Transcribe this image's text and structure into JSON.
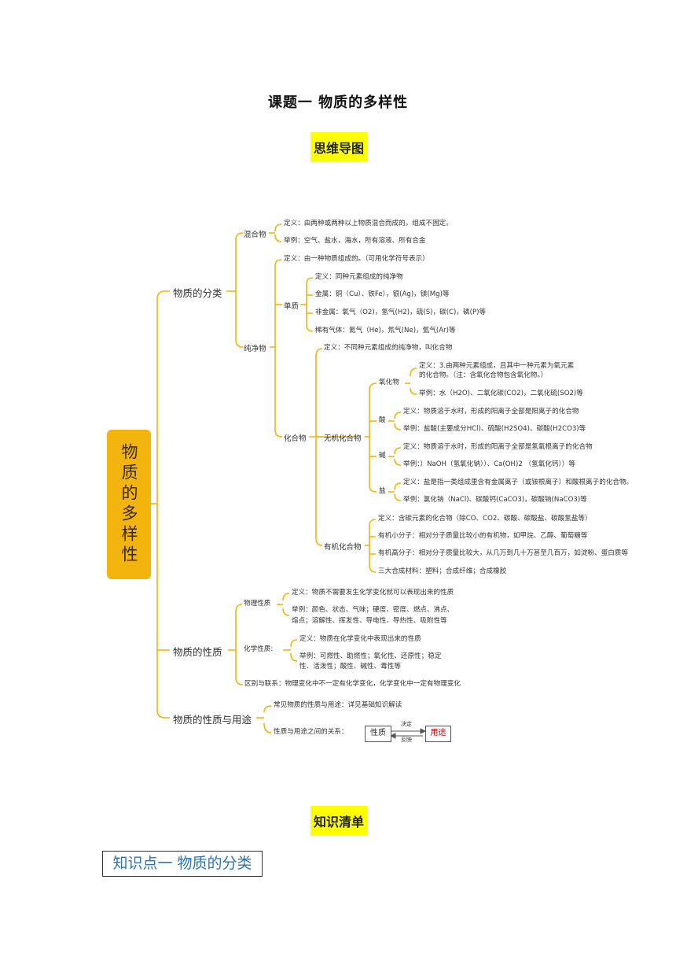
{
  "page": {
    "title": "课题一  物质的多样性",
    "mindmap_heading": "思维导图",
    "knowledge_heading": "知识清单",
    "section_heading": "知识点一    物质的分类"
  },
  "mindmap": {
    "root": "物质的多样性",
    "branches": {
      "classification": {
        "label": "物质的分类",
        "mixture": {
          "label": "混合物",
          "def": "定义：由两种或两种以上物质混合而成的，组成不固定。",
          "example": "举例：空气、盐水，海水，所有溶液、所有合金"
        },
        "pure": {
          "label": "纯净物",
          "def": "定义：由一种物质组成的。（可用化学符号表示）",
          "element": {
            "label": "单质",
            "def": "定义：同种元素组成的纯净物",
            "metal": "金属：铜（Cu）、铁Fe），银(Ag)，镁(Mg)等",
            "nonmetal": "非金属：氧气（O2)，氢气(H2)，硫(S)，碳(C)，磷(P)等",
            "noble": "稀有气体：氦气（He)，氖气(Ne)，氩气(Ar)等"
          },
          "compound": {
            "label": "化合物",
            "inorganic": {
              "label": "无机化合物",
              "def": "定义：不同种元素组成的纯净物，叫化合物",
              "oxide": {
                "label": "氧化物",
                "def1": "定义：3.由两种元素组成，且其中一种元素为氧元素",
                "def2": "的化合物。（注：含氧化合物包含氧化物。）",
                "example": "举例：水（H2O)、二氧化碳(CO2)，二氧化硫(SO2)等"
              },
              "acid": {
                "label": "酸",
                "def": "定义：物质溶于水时，形成的阳离子全部是阳离子的化合物",
                "example": "举例：盐酸(主要成分HCl)、硫酸(H2SO4)、碳酸(H2CO3)等"
              },
              "base": {
                "label": "碱",
                "def": "定义：物质溶于水时，形成的阳离子全部是氢氧根离子的化合物",
                "example": "举例：）NaOH（氢氧化钠））、Ca(OH)2 （氢氧化钙））等"
              },
              "salt": {
                "label": "盐",
                "def": "定义：盐是指一类组成里含有金属离子（或铵根离子）和酸根离子的化合物。",
                "example": "举例：氯化钠（NaCl)、碳酸钙(CaCO3)，碳酸钠(NaCO3)等"
              }
            },
            "organic": {
              "label": "有机化合物",
              "def": "定义：含碳元素的化合物（除CO、CO2、碳酸、碳酸盐、碳酸氢盐等）",
              "small": "有机小分子：相对分子质量比较小的有机物，如甲烷、乙醇、葡萄糖等",
              "large": "有机高分子：相对分子质量比较大，从几万到几十万甚至几百万，如淀粉、蛋白质等",
              "synthetic": "三大合成材料：塑料；合成纤维；合成橡胶"
            }
          }
        }
      },
      "properties": {
        "label": "物质的性质",
        "physical": {
          "label": "物理性质",
          "def": "定义：物质不需要发生化学变化就可以表现出来的性质",
          "example1": "举例：颜色、状态、气味；硬度、密度、燃点、沸点、",
          "example2": "熔点；溶解性、挥发性、导电性、导热性、吸附性等"
        },
        "chemical": {
          "label": "化学性质:",
          "def": "定义：物质在化学变化中表现出来的性质",
          "example1": "举例：可燃性、助燃性；氧化性、还原性；稳定",
          "example2": "性、活泼性；酸性、碱性、毒性等"
        },
        "relation": "区别与联系：物理变化中不一定有化学变化，化学变化中一定有物理变化"
      },
      "uses": {
        "label": "物质的性质与用途",
        "common": "常见物质的性质与用途：详见基础知识解读",
        "relation_label": "性质与用途之间的关系：",
        "box_property": "性质",
        "box_use": "用途",
        "arrow_top": "决定",
        "arrow_bottom": "反映"
      }
    }
  },
  "colors": {
    "branch_line": "#f3b40d",
    "root_fill": "#f3b40d",
    "heading_highlight": "#ffff00",
    "section_text": "#2e75b6",
    "use_box_text": "#c00000"
  }
}
